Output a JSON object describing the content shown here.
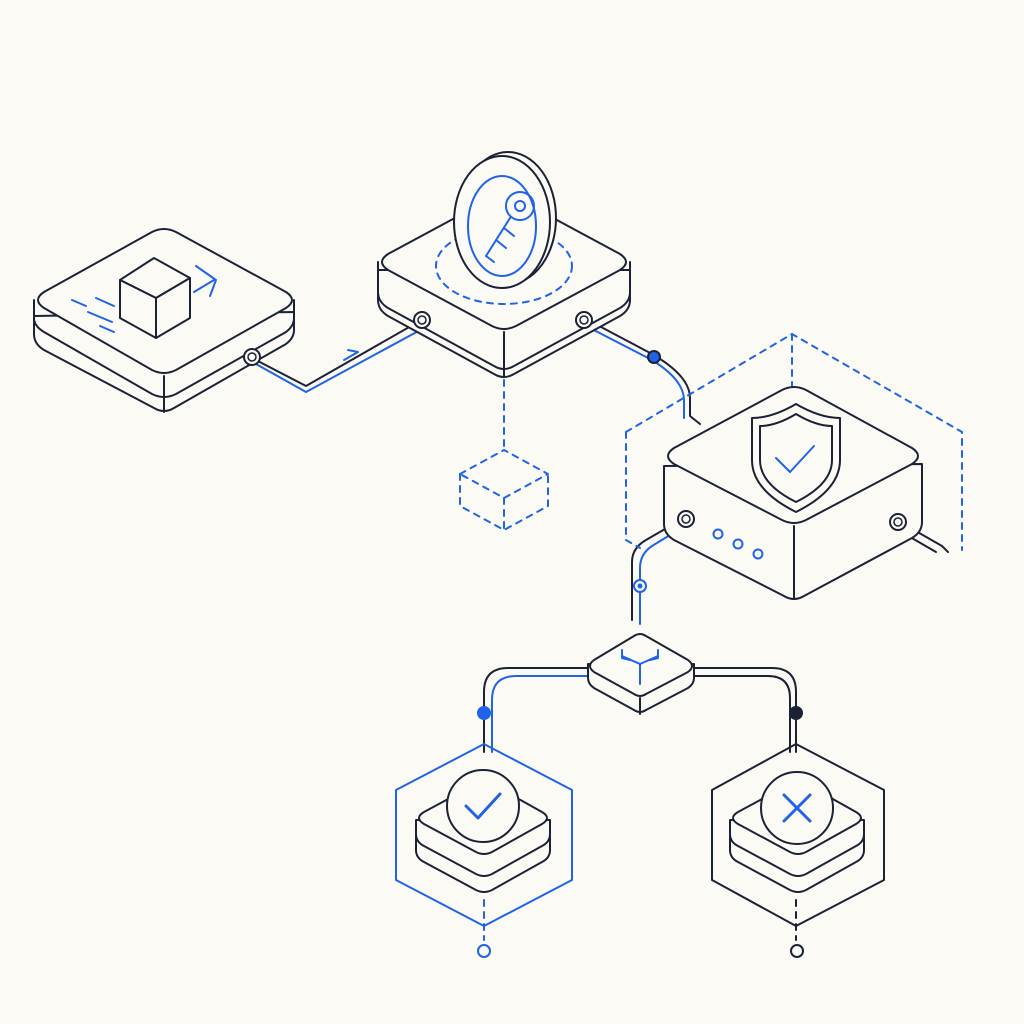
{
  "colors": {
    "background": "#fcfaf5",
    "ink": "#1b2235",
    "accent": "#1f63e8",
    "surface": "#fcfaf5"
  },
  "nodes": [
    {
      "id": "source-device",
      "icon": "package-send-icon"
    },
    {
      "id": "key-device",
      "icon": "key-icon"
    },
    {
      "id": "security-device",
      "icon": "shield-check-icon"
    },
    {
      "id": "router-node",
      "icon": "split-arrows-icon"
    },
    {
      "id": "approved-node",
      "icon": "check-icon"
    },
    {
      "id": "rejected-node",
      "icon": "x-icon"
    }
  ],
  "connectors": [
    {
      "from": "source-device",
      "to": "key-device",
      "style": "accent"
    },
    {
      "from": "key-device",
      "to": "security-device",
      "style": "accent"
    },
    {
      "from": "security-device",
      "to": "router-node",
      "style": "accent"
    },
    {
      "from": "router-node",
      "to": "approved-node",
      "style": "accent"
    },
    {
      "from": "router-node",
      "to": "rejected-node",
      "style": "ink"
    }
  ]
}
